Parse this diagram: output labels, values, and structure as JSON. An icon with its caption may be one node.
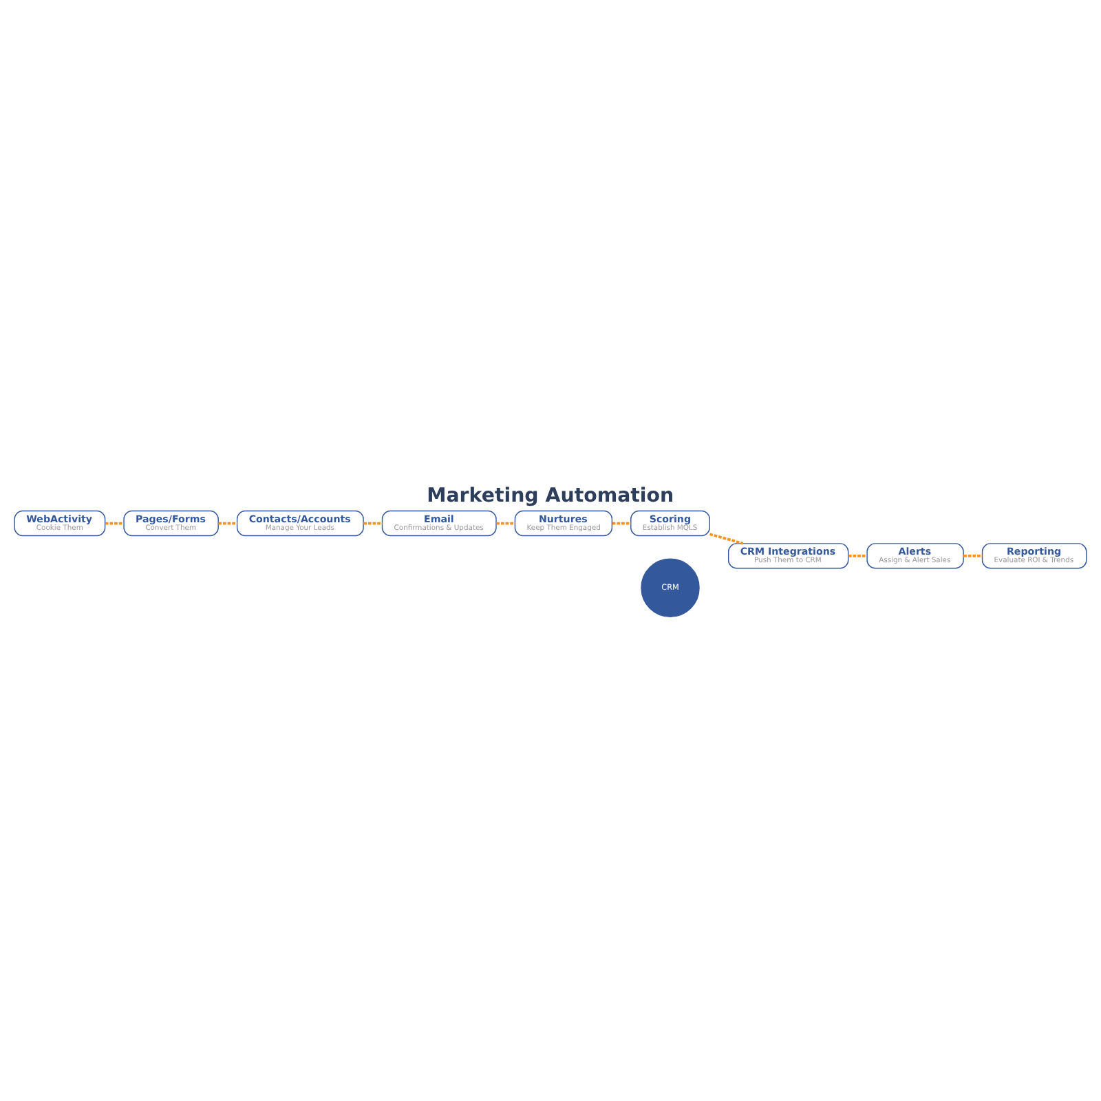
{
  "diagram": {
    "title": "Marketing Automation",
    "nodes": [
      {
        "text": [
          "WebActivity",
          "Cookie Them"
        ]
      },
      {
        "text": [
          "Pages/Forms",
          "Convert Them"
        ]
      },
      {
        "text": [
          "Contacts/Accounts",
          "Manage Your Leads"
        ]
      },
      {
        "text": [
          "Email",
          "Confirmations & Updates"
        ]
      },
      {
        "text": [
          "Nurtures",
          "Keep Them Engaged"
        ]
      },
      {
        "text": [
          "Scoring",
          "Establish MQLS"
        ]
      },
      {
        "text": [
          "CRM Integrations",
          "Push Them to CRM"
        ]
      },
      {
        "text": [
          "Alerts",
          "Assign & Alert Sales"
        ]
      },
      {
        "text": [
          "Reporting",
          "Evaluate ROI & Trends"
        ]
      }
    ],
    "edges": [
      {
        "from": 0,
        "to": 1,
        "arrow": "none",
        "style": "dashed"
      },
      {
        "from": 1,
        "to": 2,
        "arrow": "none",
        "style": "dashed"
      },
      {
        "from": 2,
        "to": 3,
        "arrow": "none",
        "style": "dashed"
      },
      {
        "from": 3,
        "to": 4,
        "arrow": "none",
        "style": "dashed"
      },
      {
        "from": 4,
        "to": 5,
        "arrow": "none",
        "style": "dashed"
      },
      {
        "from": 5,
        "to": 6,
        "arrow": "none",
        "style": "dashed"
      },
      {
        "from": 6,
        "to": 7,
        "arrow": "none",
        "style": "dashed"
      },
      {
        "from": 7,
        "to": 8,
        "arrow": "none",
        "style": "dashed"
      }
    ],
    "labels": [
      "CRM"
    ]
  }
}
